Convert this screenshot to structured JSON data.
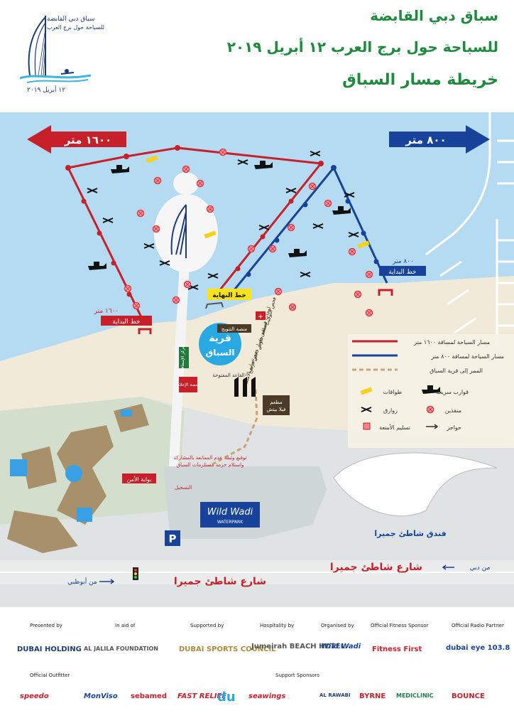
{
  "header": {
    "title_line1": "سباق دبي القابضة",
    "title_line2": "للسباحة حول برج العرب ١٢ أبريل ٢٠١٩",
    "title_line3": "خريطة مسار السباق",
    "logo_line1": "سباق دبي القابضة",
    "logo_line2": "للسباحة حول برج العرب",
    "logo_date": "١٢ أبريل ٢٠١٩"
  },
  "map": {
    "arrow_left_label": "١٦٠٠ متر",
    "arrow_right_label": "٨٠٠ متر",
    "start_1600_distance": "١٦٠٠ متر",
    "start_1600_label": "خط البداية",
    "start_800_distance": "٨٠٠ متر",
    "start_800_label": "خط البداية",
    "finish_label": "خط النهاية",
    "race_village_line1": "قرية",
    "race_village_line2": "السباق",
    "platform_label": "منصة التتويج",
    "main_stage": "القاعة المفتوحة",
    "first_aid": "مركز الإسعاف",
    "media": "منصة الإعلام",
    "restaurant_line1": "مطعم",
    "restaurant_line2": "فيلا بيتش",
    "vertical_labels": [
      "فحص التوقيت",
      "لوحات فيريفين",
      "منطقة جلوس",
      "مسار فحص",
      "حجز مرشح",
      "تسليم الأمتعة"
    ],
    "security_gate": "بوابة الأمن",
    "registration": "التسجيل",
    "sign_waiver_line1": "توقيع وثيقة عدم الممانعة بالمشاركة",
    "sign_waiver_line2": "واستلام حزمة مستلزمات السباق",
    "wild_wadi_line1": "Wild Wadi",
    "wild_wadi_line2": "WATERPARK",
    "parking": "P",
    "hotel": "فندق شاطئ جميرا",
    "road_name_top": "شارع شاطئ جميرا",
    "road_name_bottom": "شارع شاطئ جميرا",
    "from_dubai": "من دبي",
    "from_abu_dhabi": "من أبوظبي",
    "legend": {
      "route_1600": "مسار السباحة لمسافة ١٦٠٠ متر",
      "route_800": "مسار السباحة لمسافة ٨٠٠ متر",
      "walkway": "الممر إلى قرية السباق",
      "speedboats": "قوارب سريعة",
      "buoys": "طوافات",
      "rescuers": "منقذين",
      "kayaks": "زوارق",
      "barriers": "حواجز",
      "baggage": "تسليم الأمتعة"
    },
    "colors": {
      "sea": "#b4dbf1",
      "route_1600": "#c8202a",
      "route_800": "#17449a",
      "walkway": "#c9a47a",
      "sand": "#f1ead9",
      "finish": "#fbe21a"
    }
  },
  "sponsors": {
    "categories": [
      "Presented by",
      "In aid of",
      "Supported by",
      "Hospitality by",
      "Organised by",
      "Official Fitness Sponsor",
      "Official Radio Partner",
      "Official Outfitter",
      "Support Sponsors"
    ],
    "row1": [
      "DUBAI HOLDING",
      "AL JALILA FOUNDATION",
      "DUBAI SPORTS COUNCIL",
      "Jumeirah BEACH HOTEL",
      "Wild Wadi",
      "Fitness First",
      "dubai eye 103.8"
    ],
    "row2": [
      "speedo",
      "MonViso",
      "sebamed",
      "FAST RELIEF",
      "du",
      "seawings",
      "AL RAWABI",
      "BYRNE",
      "MEDICLINIC",
      "BOUNCE"
    ]
  }
}
